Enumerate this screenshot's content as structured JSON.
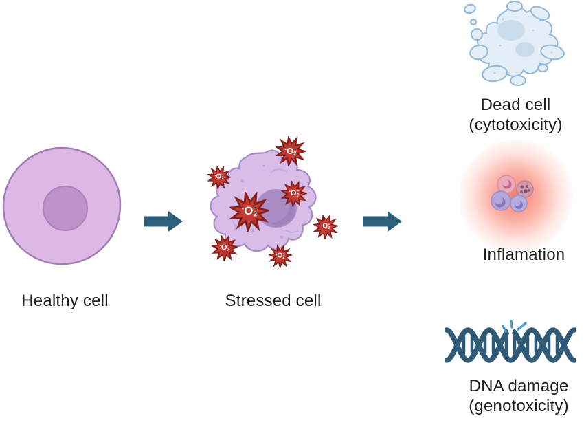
{
  "labels": {
    "healthy_cell": "Healthy cell",
    "stressed_cell": "Stressed cell",
    "dead_cell_line1": "Dead cell",
    "dead_cell_line2": "(cytotoxicity)",
    "inflammation": "Inflamation",
    "dna_line1": "DNA damage",
    "dna_line2": "(genotoxicity)"
  },
  "ros": {
    "radical_dot": "•",
    "element": "O",
    "subscript": "2",
    "charge": "−"
  },
  "colors": {
    "background": "#ffffff",
    "text": "#1d1d1f",
    "cell_fill": "#dcb9e4",
    "cell_stroke": "#a47bb3",
    "nucleus_fill": "#c092cb",
    "nucleus_stroke": "#ab82b8",
    "stressed_fill": "#d7bde7",
    "stressed_stroke": "#a988c7",
    "stressed_nucleus": "#aa8cc5",
    "stressed_nucleus_dark": "#9678b8",
    "stressed_speckle": "#bfa0da",
    "stressed_squiggle": "#c3a8dd",
    "ros_fill": "#c23b33",
    "ros_stroke": "#871f1a",
    "ros_text": "#ffffff",
    "arrow": "#2e5f7d",
    "dead_fill": "#e4eef7",
    "dead_stroke": "#90b8da",
    "dead_patch": "#c9dcec",
    "imm_pink": "#ecaab8",
    "imm_pink_stroke": "#d98ca2",
    "imm_pink_dark": "#c2688c",
    "imm_speckled": "#d09aa8",
    "imm_speckled_stroke": "#b97f92",
    "imm_speckled_dark": "#7d4f7e",
    "imm_lavender": "#b2a6da",
    "imm_lavender_stroke": "#9c8cc8",
    "imm_lavender_dark": "#8677bd",
    "imm_blue": "#b5addf",
    "imm_blue_stroke": "#9a90cc",
    "imm_blue_dark": "#8579c2",
    "dna": "#2e5a78",
    "dna_spark": "#4f9bd1"
  }
}
